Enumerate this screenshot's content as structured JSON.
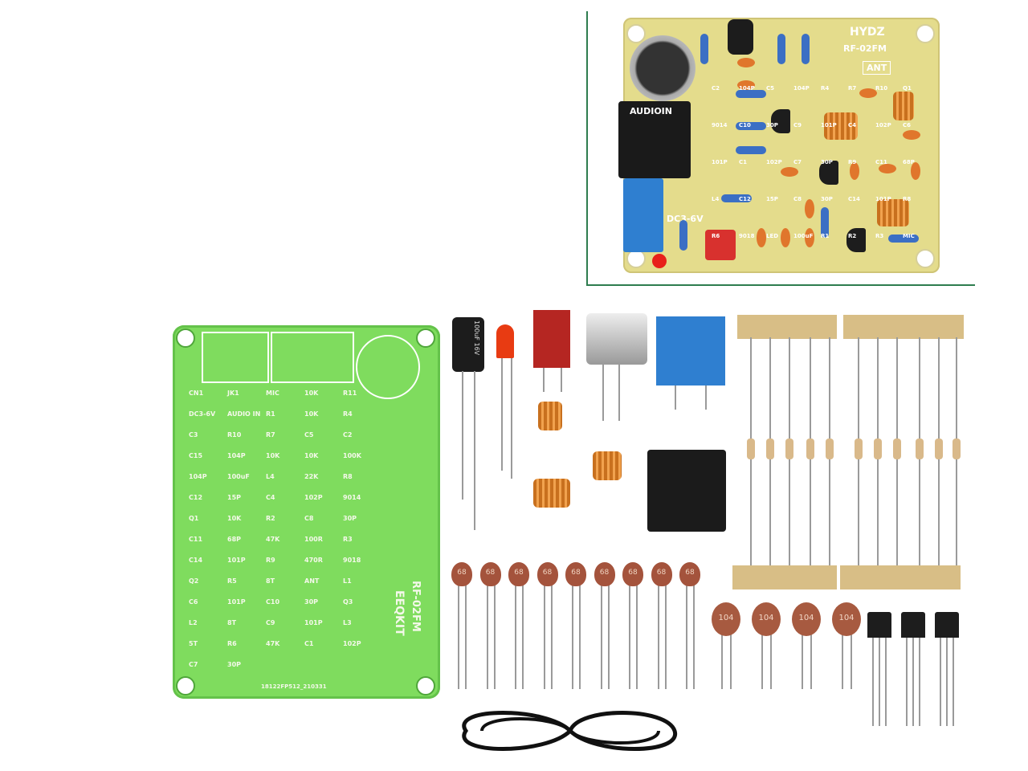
{
  "assembled_board": {
    "brand": "HYDZ",
    "model": "RF-02FM",
    "antenna_label": "ANT",
    "audio_label": "AUDIOIN",
    "power_label": "DC3-6V",
    "parts": [
      "C2",
      "104P",
      "C5",
      "104P",
      "R4",
      "R7",
      "R10",
      "Q1",
      "9014",
      "C10",
      "30P",
      "C9",
      "101P",
      "C4",
      "102P",
      "C6",
      "101P",
      "C1",
      "102P",
      "C7",
      "30P",
      "R9",
      "C11",
      "68P",
      "L4",
      "C12",
      "15P",
      "C8",
      "30P",
      "C14",
      "101P",
      "R8",
      "R6",
      "9018",
      "LED",
      "100uF",
      "R1",
      "R2",
      "R3",
      "MIC"
    ]
  },
  "bare_board": {
    "brand": "EEQKIT",
    "model": "RF-02FM",
    "labels": [
      "CN1",
      "JK1",
      "MIC",
      "10K",
      "R11",
      "DC3-6V",
      "AUDIO IN",
      "R1",
      "10K",
      "R4",
      "C3",
      "R10",
      "R7",
      "C5",
      "C2",
      "C15",
      "104P",
      "10K",
      "10K",
      "100K",
      "104P",
      "100uF",
      "L4",
      "22K",
      "R8",
      "C12",
      "15P",
      "C4",
      "102P",
      "9014",
      "Q1",
      "10K",
      "R2",
      "C8",
      "30P",
      "C11",
      "68P",
      "47K",
      "100R",
      "R3",
      "C14",
      "101P",
      "R9",
      "470R",
      "9018",
      "Q2",
      "R5",
      "8T",
      "ANT",
      "L1",
      "C6",
      "101P",
      "C10",
      "30P",
      "Q3",
      "L2",
      "8T",
      "C9",
      "101P",
      "L3",
      "5T",
      "R6",
      "47K",
      "C1",
      "102P",
      "C7",
      "30P"
    ],
    "serial": "18122FP512_210331"
  },
  "components": {
    "electrolytic_label": "100uF 16V",
    "ceramic_68": [
      "68",
      "68",
      "68",
      "68",
      "68",
      "68",
      "68",
      "68",
      "68"
    ],
    "ceramic_104": [
      "104",
      "104",
      "104",
      "104"
    ],
    "transistors": 3
  }
}
